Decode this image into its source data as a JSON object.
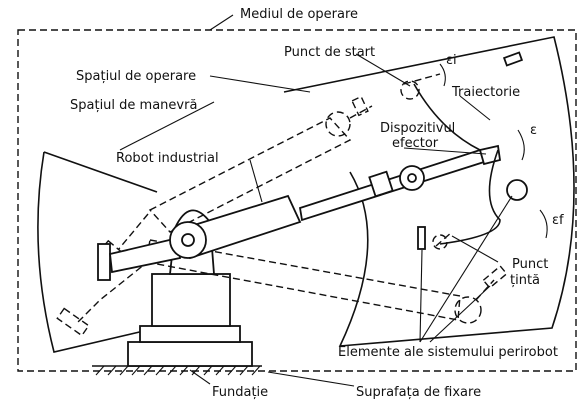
{
  "labels": {
    "mediul_de_operare": "Mediul de operare",
    "spatiul_de_operare": "Spațiul de operare",
    "spatiul_de_manevra": "Spațiul de manevră",
    "robot_industrial": "Robot industrial",
    "punct_de_start": "Punct de start",
    "epsilon_i": "εi",
    "traiectorie": "Traiectorie",
    "dispozitivul": "Dispozitivul",
    "efector": "efector",
    "epsilon": "ε",
    "epsilon_f": "εf",
    "punct": "Punct",
    "tinta": "țintă",
    "elemente": "Elemente ale sistemului perirobot",
    "fundatie": "Fundație",
    "suprafata": "Suprafața de fixare"
  }
}
